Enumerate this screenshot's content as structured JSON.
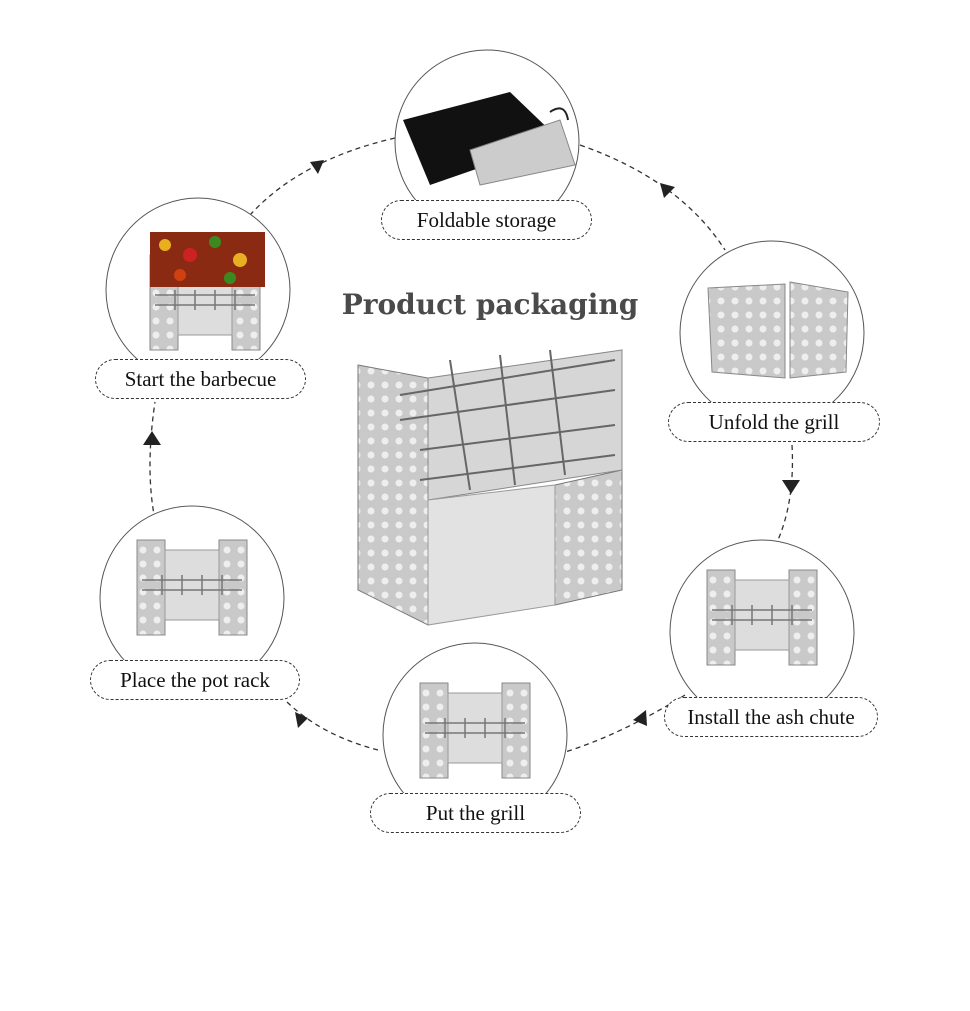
{
  "title": "Product packaging",
  "steps": [
    {
      "label": "Foldable storage"
    },
    {
      "label": "Unfold the grill"
    },
    {
      "label": "Install the ash chute"
    },
    {
      "label": "Put the grill"
    },
    {
      "label": "Place the pot rack"
    },
    {
      "label": "Start the barbecue"
    }
  ],
  "colors": {
    "title": "#4a4a4a",
    "steel": "#c8c8c8",
    "outline": "#333333"
  }
}
